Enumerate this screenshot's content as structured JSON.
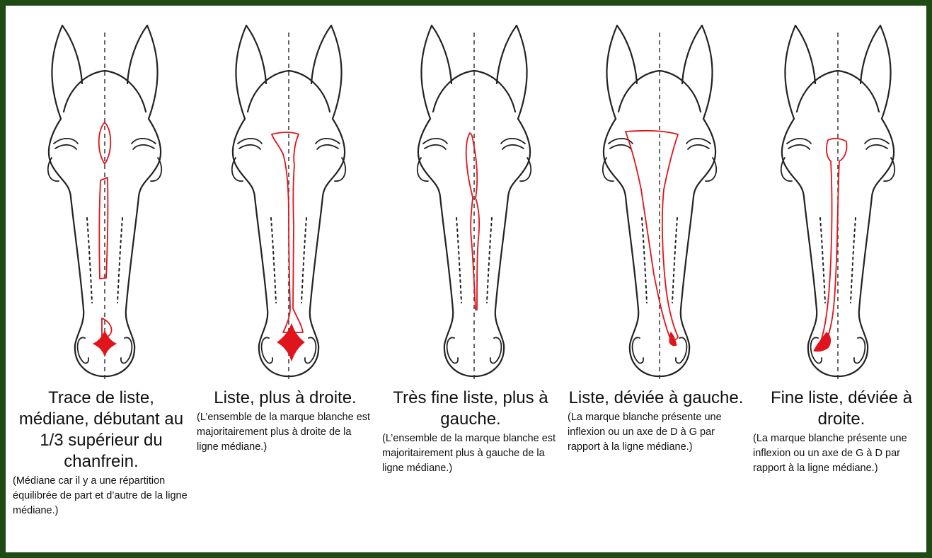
{
  "panels": [
    {
      "title": "Trace de liste, médiane, débutant au 1/3 supérieur du chanfrein.",
      "note": "(Médiane car il y a une répartition équilibrée de part et d’autre de la ligne médiane.)"
    },
    {
      "title": "Liste, plus à droite.",
      "note": "(L’ensemble de la marque blanche est majoritairement plus à droite de la ligne médiane.)"
    },
    {
      "title": "Très fine liste, plus à gauche.",
      "note": "(L’ensemble de la marque blanche est majoritairement plus à gauche de la ligne médiane.)"
    },
    {
      "title": "Liste, déviée à gauche.",
      "note": "(La marque blanche présente une inflexion ou un axe de D à G par rapport à la ligne médiane.)"
    },
    {
      "title": "Fine liste, déviée à droite.",
      "note": "(La marque blanche présente une inflexion ou un axe de G à D par rapport à la ligne médiane.)"
    }
  ],
  "colors": {
    "frame": "#1f4a14",
    "mark": "#e0141b",
    "outline": "#222222"
  }
}
